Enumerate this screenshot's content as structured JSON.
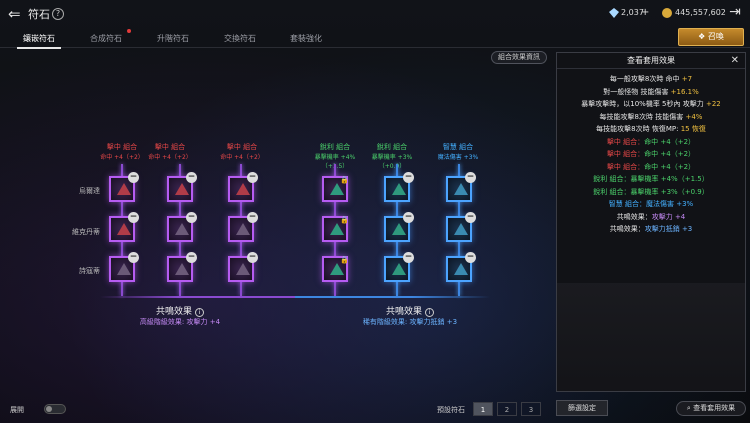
{
  "header": {
    "title": "符石",
    "diamonds": "2,037",
    "gold": "445,557,602"
  },
  "tabs": [
    {
      "label": "鑲嵌符石"
    },
    {
      "label": "合成符石"
    },
    {
      "label": "升階符石"
    },
    {
      "label": "交換符石"
    },
    {
      "label": "套裝強化"
    }
  ],
  "summon_label": "召喚",
  "combo_info_label": "組合效果資訊",
  "groups": [
    {
      "name": "擊中 組合",
      "effect": "命中 +4（+2）"
    },
    {
      "name": "擊中 組合",
      "effect": "命中 +4（+2）"
    },
    {
      "name": "擊中 組合",
      "effect": "命中 +4（+2）"
    },
    {
      "name": "銳利 組合",
      "effect": "暴擊機率 +4%（+1.5）"
    },
    {
      "name": "銳利 組合",
      "effect": "暴擊機率 +3%（+0.9）"
    },
    {
      "name": "智慧 組合",
      "effect": "魔法傷害 +3%"
    }
  ],
  "rows": [
    {
      "label": "烏爾達"
    },
    {
      "label": "維克丹蒂"
    },
    {
      "label": "詩寇蒂"
    }
  ],
  "resonance": [
    {
      "title": "共鳴效果",
      "desc": "高級階級效果: 攻擊力 +4"
    },
    {
      "title": "共鳴效果",
      "desc": "稀有階級效果: 攻擊力抵銷 +3"
    }
  ],
  "panel": {
    "title": "查看套用效果",
    "effects": [
      {
        "pre": "每一般攻擊8次時 命中 ",
        "val": "+7"
      },
      {
        "pre": "對一般怪物 技能傷害 ",
        "val": "+16.1%"
      },
      {
        "pre": "暴擊攻擊時，以10%機率 5秒內 攻擊力 ",
        "val": "+22"
      },
      {
        "pre": "每技能攻擊8次時 技能傷害 ",
        "val": "+4%"
      },
      {
        "pre": "每技能攻擊8次時 恢復MP: ",
        "val": "15 恢復"
      },
      {
        "pre": "擊中 組合：",
        "val": "命中 +4（+2）"
      },
      {
        "pre": "擊中 組合：",
        "val": "命中 +4（+2）"
      },
      {
        "pre": "擊中 組合：",
        "val": "命中 +4（+2）"
      },
      {
        "pre": "銳利 組合：",
        "val": "暴擊機率 +4%（+1.5）"
      },
      {
        "pre": "銳利 組合：",
        "val": "暴擊機率 +3%（+0.9）"
      },
      {
        "pre": "智慧 組合：",
        "val": "魔法傷害 +3%"
      },
      {
        "pre": "共鳴效果：",
        "val": "攻擊力 +4"
      },
      {
        "pre": "共鳴效果：",
        "val": "攻擊力抵銷 +3"
      }
    ]
  },
  "footer": {
    "expand_label": "展開",
    "preset_label": "預設符石",
    "presets": [
      "1",
      "2",
      "3"
    ],
    "filter_label": "篩選設定",
    "view_label": "查看套用效果"
  },
  "colors": {
    "purple": "#b65cf2",
    "blue": "#4ca4ff",
    "red": "#e84848",
    "green": "#4bd16b",
    "gold": "#f0c040"
  }
}
